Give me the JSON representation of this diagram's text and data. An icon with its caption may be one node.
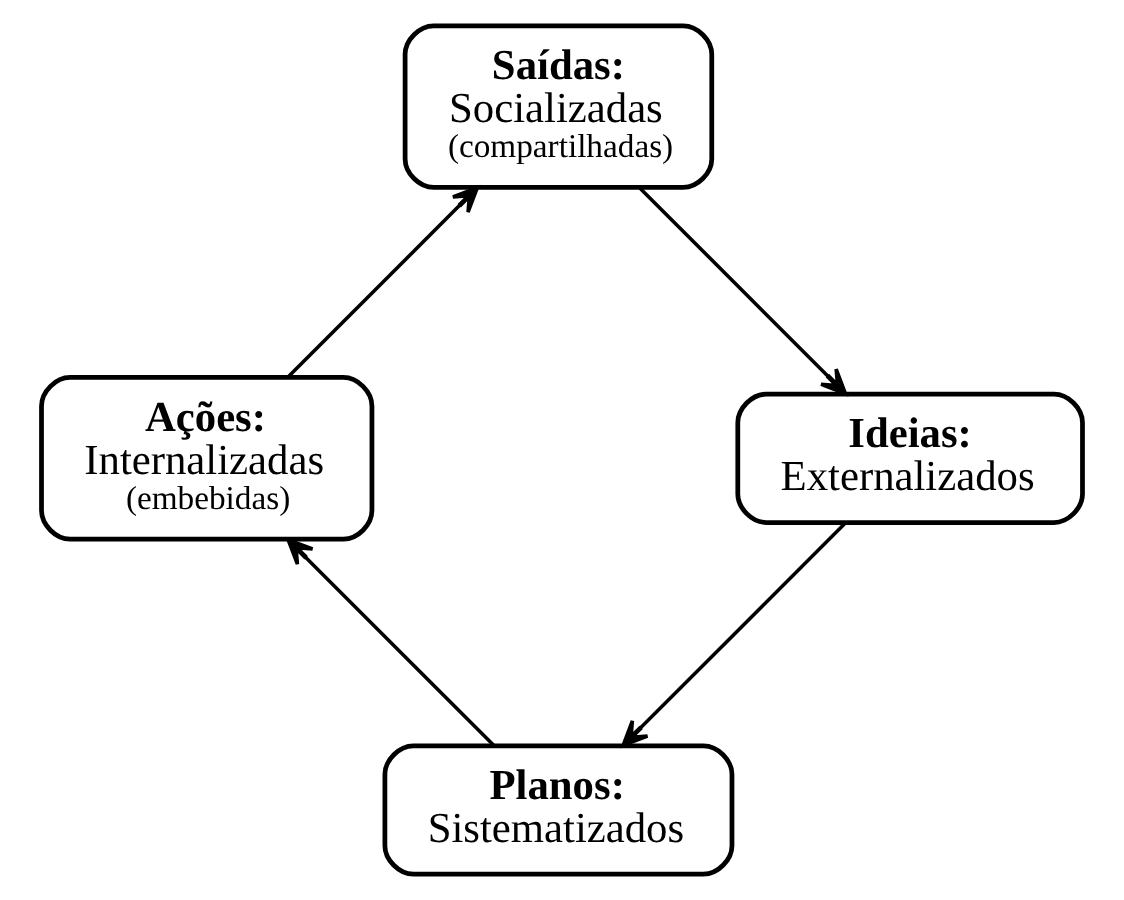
{
  "diagram": {
    "nodes": [
      {
        "text": [
          "Planos:",
          "Sistematizados"
        ]
      },
      {
        "text": [
          "Ações:",
          "Internalizadas",
          "(embebidas)"
        ]
      },
      {
        "text": [
          "Saídas:",
          "Socializadas",
          "(compartilhadas)"
        ]
      },
      {
        "text": [
          "Ideias:",
          "Externalizados"
        ]
      }
    ],
    "edges": [
      {
        "from": 0,
        "to": 1,
        "arrow": "to"
      },
      {
        "from": 1,
        "to": 2,
        "arrow": "to"
      },
      {
        "from": 2,
        "to": 3,
        "arrow": "to"
      },
      {
        "from": 3,
        "to": 0,
        "arrow": "to"
      }
    ]
  }
}
